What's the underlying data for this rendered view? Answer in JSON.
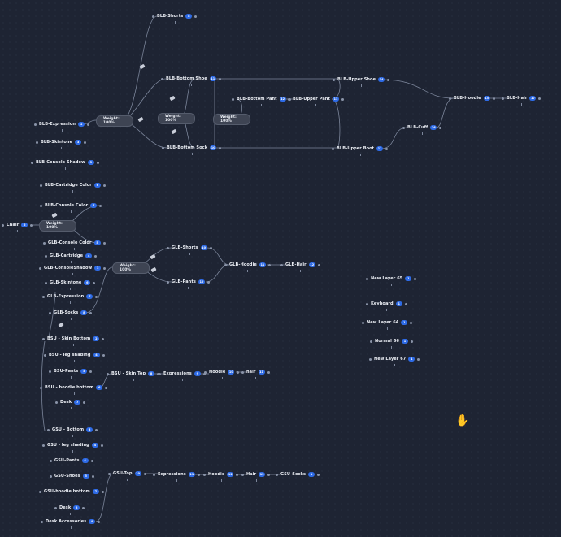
{
  "graph": {
    "nodes": [
      {
        "label": "BLB-Shorts",
        "badge": "8"
      },
      {
        "label": "BLB-Bottom Shoe",
        "badge": "11"
      },
      {
        "label": "BLB-Bottom Pant",
        "badge": "12"
      },
      {
        "label": "BLB-Upper Pant",
        "badge": "13"
      },
      {
        "label": "BLB-Upper Shoe",
        "badge": "14"
      },
      {
        "label": "BLB-Hoodie",
        "badge": "15"
      },
      {
        "label": "BLB-Hair",
        "badge": "17"
      },
      {
        "label": "BLB-Cuff",
        "badge": "16"
      },
      {
        "label": "BLB-Bottom Sock",
        "badge": "10"
      },
      {
        "label": "BLB-Upper Boot",
        "badge": "11"
      },
      {
        "label": "BLB-Expression",
        "badge": "1"
      },
      {
        "label": "BLB-Skintone",
        "badge": "3"
      },
      {
        "label": "BLB-Console Shadow",
        "badge": "5"
      },
      {
        "label": "BLB-Cartridge Color",
        "badge": "6"
      },
      {
        "label": "BLB-Console Color",
        "badge": "7"
      },
      {
        "label": "Chair",
        "badge": "2"
      },
      {
        "label": "GLB-Console Color",
        "badge": "5"
      },
      {
        "label": "GLB-Cartridge",
        "badge": "4"
      },
      {
        "label": "GLB-ConsoleShadow",
        "badge": "3"
      },
      {
        "label": "GLB-Skintone",
        "badge": "6"
      },
      {
        "label": "GLB-Expression",
        "badge": "7"
      },
      {
        "label": "GLB-Socks",
        "badge": "8"
      },
      {
        "label": "GLB-Shorts",
        "badge": "10"
      },
      {
        "label": "GLB-Pants",
        "badge": "10"
      },
      {
        "label": "GLB-Hoodie",
        "badge": "11"
      },
      {
        "label": "GLB-Hair",
        "badge": "12"
      },
      {
        "label": "BSU - Skin Bottom",
        "badge": "2"
      },
      {
        "label": "BSU - leg shading",
        "badge": "4"
      },
      {
        "label": "BSU-Pants",
        "badge": "5"
      },
      {
        "label": "BSU - hoodie bottom",
        "badge": "6"
      },
      {
        "label": "Desk",
        "badge": "7"
      },
      {
        "label": "BSU - Skin Top",
        "badge": "8"
      },
      {
        "label": "Expressions",
        "badge": "9"
      },
      {
        "label": "Hoodie",
        "badge": "10"
      },
      {
        "label": "hair",
        "badge": "11"
      },
      {
        "label": "GSU - Bottom",
        "badge": "3"
      },
      {
        "label": "GSU - leg shading",
        "badge": "4"
      },
      {
        "label": "GSU-Pants",
        "badge": "4"
      },
      {
        "label": "GSU-Shoes",
        "badge": "5"
      },
      {
        "label": "GSU-hoodie bottom",
        "badge": "7"
      },
      {
        "label": "Desk",
        "badge": "8"
      },
      {
        "label": "Desk Accessories",
        "badge": "9"
      },
      {
        "label": "GSU-Top",
        "badge": "10"
      },
      {
        "label": "Expressions",
        "badge": "11"
      },
      {
        "label": "Hoodie",
        "badge": "12"
      },
      {
        "label": "Hair",
        "badge": "13"
      },
      {
        "label": "GSU-Socks",
        "badge": "1"
      },
      {
        "label": "New Layer 65",
        "badge": "1"
      },
      {
        "label": "Keyboard",
        "badge": "1"
      },
      {
        "label": "New Layer 64",
        "badge": "1"
      },
      {
        "label": "Normal 66",
        "badge": "1"
      },
      {
        "label": "New Layer 67",
        "badge": "1"
      }
    ],
    "weights": [
      {
        "label": "Weight: 100%"
      },
      {
        "label": "Weight: 100%"
      },
      {
        "label": "Weight: 100%"
      },
      {
        "label": "Weight: 100%"
      },
      {
        "label": "Weight: 100%"
      }
    ]
  },
  "colors": {
    "background": "#1e2433",
    "wire": "#7c869b",
    "badge": "#2e6be6",
    "weight_pill": "#3e4453"
  },
  "cursor_icon": "hand-grab-icon"
}
